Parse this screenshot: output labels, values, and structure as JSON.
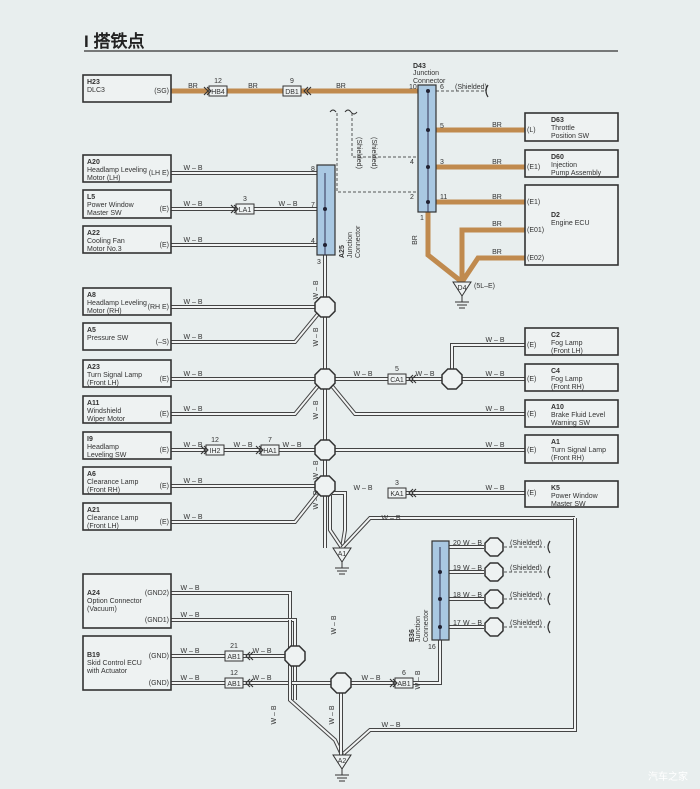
{
  "title": "I 搭铁点",
  "wire_wb": "W – B",
  "wire_br": "BR",
  "shielded": "(Shielded)",
  "left_components": [
    {
      "id": "H23",
      "name": "DLC3",
      "pins": [
        "(SG)"
      ]
    },
    {
      "id": "A20",
      "name": "Headlamp Leveling\nMotor (LH)",
      "pins": [
        "(LH E)"
      ]
    },
    {
      "id": "L5",
      "name": "Power Window\nMaster SW",
      "pins": [
        "(E)"
      ]
    },
    {
      "id": "A22",
      "name": "Cooling Fan\nMotor No.3",
      "pins": [
        "(E)"
      ]
    },
    {
      "id": "A8",
      "name": "Headlamp Leveling\nMotor (RH)",
      "pins": [
        "(RH E)"
      ]
    },
    {
      "id": "A5",
      "name": "Pressure SW",
      "pins": [
        "(–S)"
      ]
    },
    {
      "id": "A23",
      "name": "Turn Signal Lamp\n(Front LH)",
      "pins": [
        "(E)"
      ]
    },
    {
      "id": "A11",
      "name": "Windshield\nWiper Motor",
      "pins": [
        "(E)"
      ]
    },
    {
      "id": "I9",
      "name": "Headlamp\nLeveling SW",
      "pins": [
        "(E)"
      ]
    },
    {
      "id": "A6",
      "name": "Clearance Lamp\n(Front RH)",
      "pins": [
        "(E)"
      ]
    },
    {
      "id": "A21",
      "name": "Clearance Lamp\n(Front LH)",
      "pins": [
        "(E)"
      ]
    },
    {
      "id": "A24",
      "name": "Option Connector\n(Vacuum)",
      "pins": [
        "(GND2)",
        "(GND1)"
      ]
    },
    {
      "id": "B19",
      "name": "Skid Control ECU\nwith Actuator",
      "pins": [
        "(GND)",
        "(GND)"
      ]
    }
  ],
  "right_components": [
    {
      "id": "D63",
      "name": "Throttle\nPosition SW",
      "pins": [
        "(L)"
      ]
    },
    {
      "id": "D60",
      "name": "Injection\nPump Assembly",
      "pins": [
        "(E1)"
      ]
    },
    {
      "id": "D2",
      "name": "Engine ECU",
      "pins": [
        "(E1)",
        "(E01)",
        "(E02)"
      ]
    },
    {
      "id": "C2",
      "name": "Fog Lamp\n(Front LH)",
      "pins": [
        "(E)"
      ]
    },
    {
      "id": "C4",
      "name": "Fog Lamp\n(Front RH)",
      "pins": [
        "(E)"
      ]
    },
    {
      "id": "A10",
      "name": "Brake Fluid Level\nWarning SW",
      "pins": [
        "(E)"
      ]
    },
    {
      "id": "A1",
      "name": "Turn Signal Lamp\n(Front RH)",
      "pins": [
        "(E)"
      ]
    },
    {
      "id": "K5",
      "name": "Power Window\nMaster SW",
      "pins": [
        "(E)"
      ]
    }
  ],
  "junctions": {
    "D43": {
      "id": "D43",
      "name": "Junction\nConnector",
      "pins": [
        "10",
        "6",
        "5",
        "4",
        "3",
        "2",
        "11",
        "1"
      ]
    },
    "A25": {
      "id": "A25",
      "name": "Junction\nConnector",
      "pins": [
        "8",
        "7",
        "4",
        "3"
      ]
    },
    "B36": {
      "id": "B36",
      "name": "Junction\nConnector",
      "pins": [
        "20",
        "19",
        "18",
        "17",
        "16"
      ]
    }
  },
  "inline_connectors": [
    {
      "id": "HB4",
      "pin": "12"
    },
    {
      "id": "DB1",
      "pin": "9"
    },
    {
      "id": "LA1",
      "pin": "3"
    },
    {
      "id": "CA1",
      "pin": "5"
    },
    {
      "id": "IH2",
      "pin": "12"
    },
    {
      "id": "HA1",
      "pin": "7"
    },
    {
      "id": "KA1",
      "pin": "3"
    },
    {
      "id": "AB1",
      "pin": "21"
    },
    {
      "id": "AB1",
      "pin": "12"
    },
    {
      "id": "AB1",
      "pin": "6"
    }
  ],
  "grounds": [
    {
      "id": "D4",
      "label": "(5L–E)"
    },
    {
      "id": "A1",
      "label": ""
    },
    {
      "id": "A2",
      "label": ""
    }
  ],
  "watermark": "汽车之家",
  "colors": {
    "br": "#c08a4e",
    "connector": "#a9c8e2",
    "line": "#333333"
  }
}
